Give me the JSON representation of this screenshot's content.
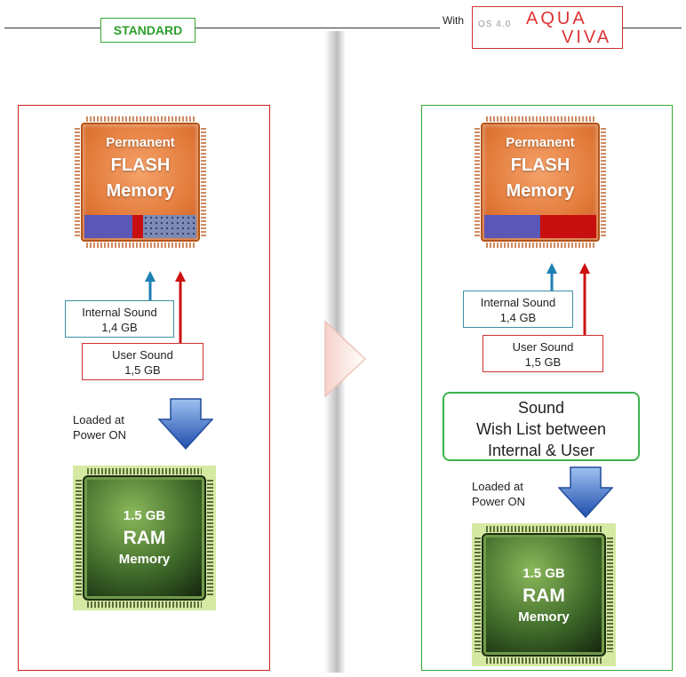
{
  "header": {
    "standard_label": "STANDARD",
    "with_label": "With",
    "logo": {
      "os": "OS 4.0",
      "word1": "AQUA",
      "word2": "VIVA"
    }
  },
  "colors": {
    "standard_border": "#cc2222",
    "aquaviva_border": "#33aa33",
    "internal_arrow": "#1d7fb4",
    "user_arrow": "#cc1111",
    "download_arrow": "#2f5fb8"
  },
  "left": {
    "flash": {
      "line1": "Permanent",
      "line2": "FLASH",
      "line3": "Memory"
    },
    "internal": {
      "line1": "Internal Sound",
      "line2": "1,4 GB"
    },
    "user": {
      "line1": "User Sound",
      "line2": "1,5 GB"
    },
    "loaded": {
      "line1": "Loaded at",
      "line2": "Power ON"
    },
    "ram": {
      "line1": "1.5 GB",
      "line2": "RAM",
      "line3": "Memory"
    }
  },
  "right": {
    "flash": {
      "line1": "Permanent",
      "line2": "FLASH",
      "line3": "Memory"
    },
    "internal": {
      "line1": "Internal Sound",
      "line2": "1,4 GB"
    },
    "user": {
      "line1": "User Sound",
      "line2": "1,5 GB"
    },
    "wishlist": {
      "line1": "Sound",
      "line2": "Wish List between",
      "line3": "Internal & User"
    },
    "loaded": {
      "line1": "Loaded at",
      "line2": "Power ON"
    },
    "ram": {
      "line1": "1.5 GB",
      "line2": "RAM",
      "line3": "Memory"
    }
  }
}
